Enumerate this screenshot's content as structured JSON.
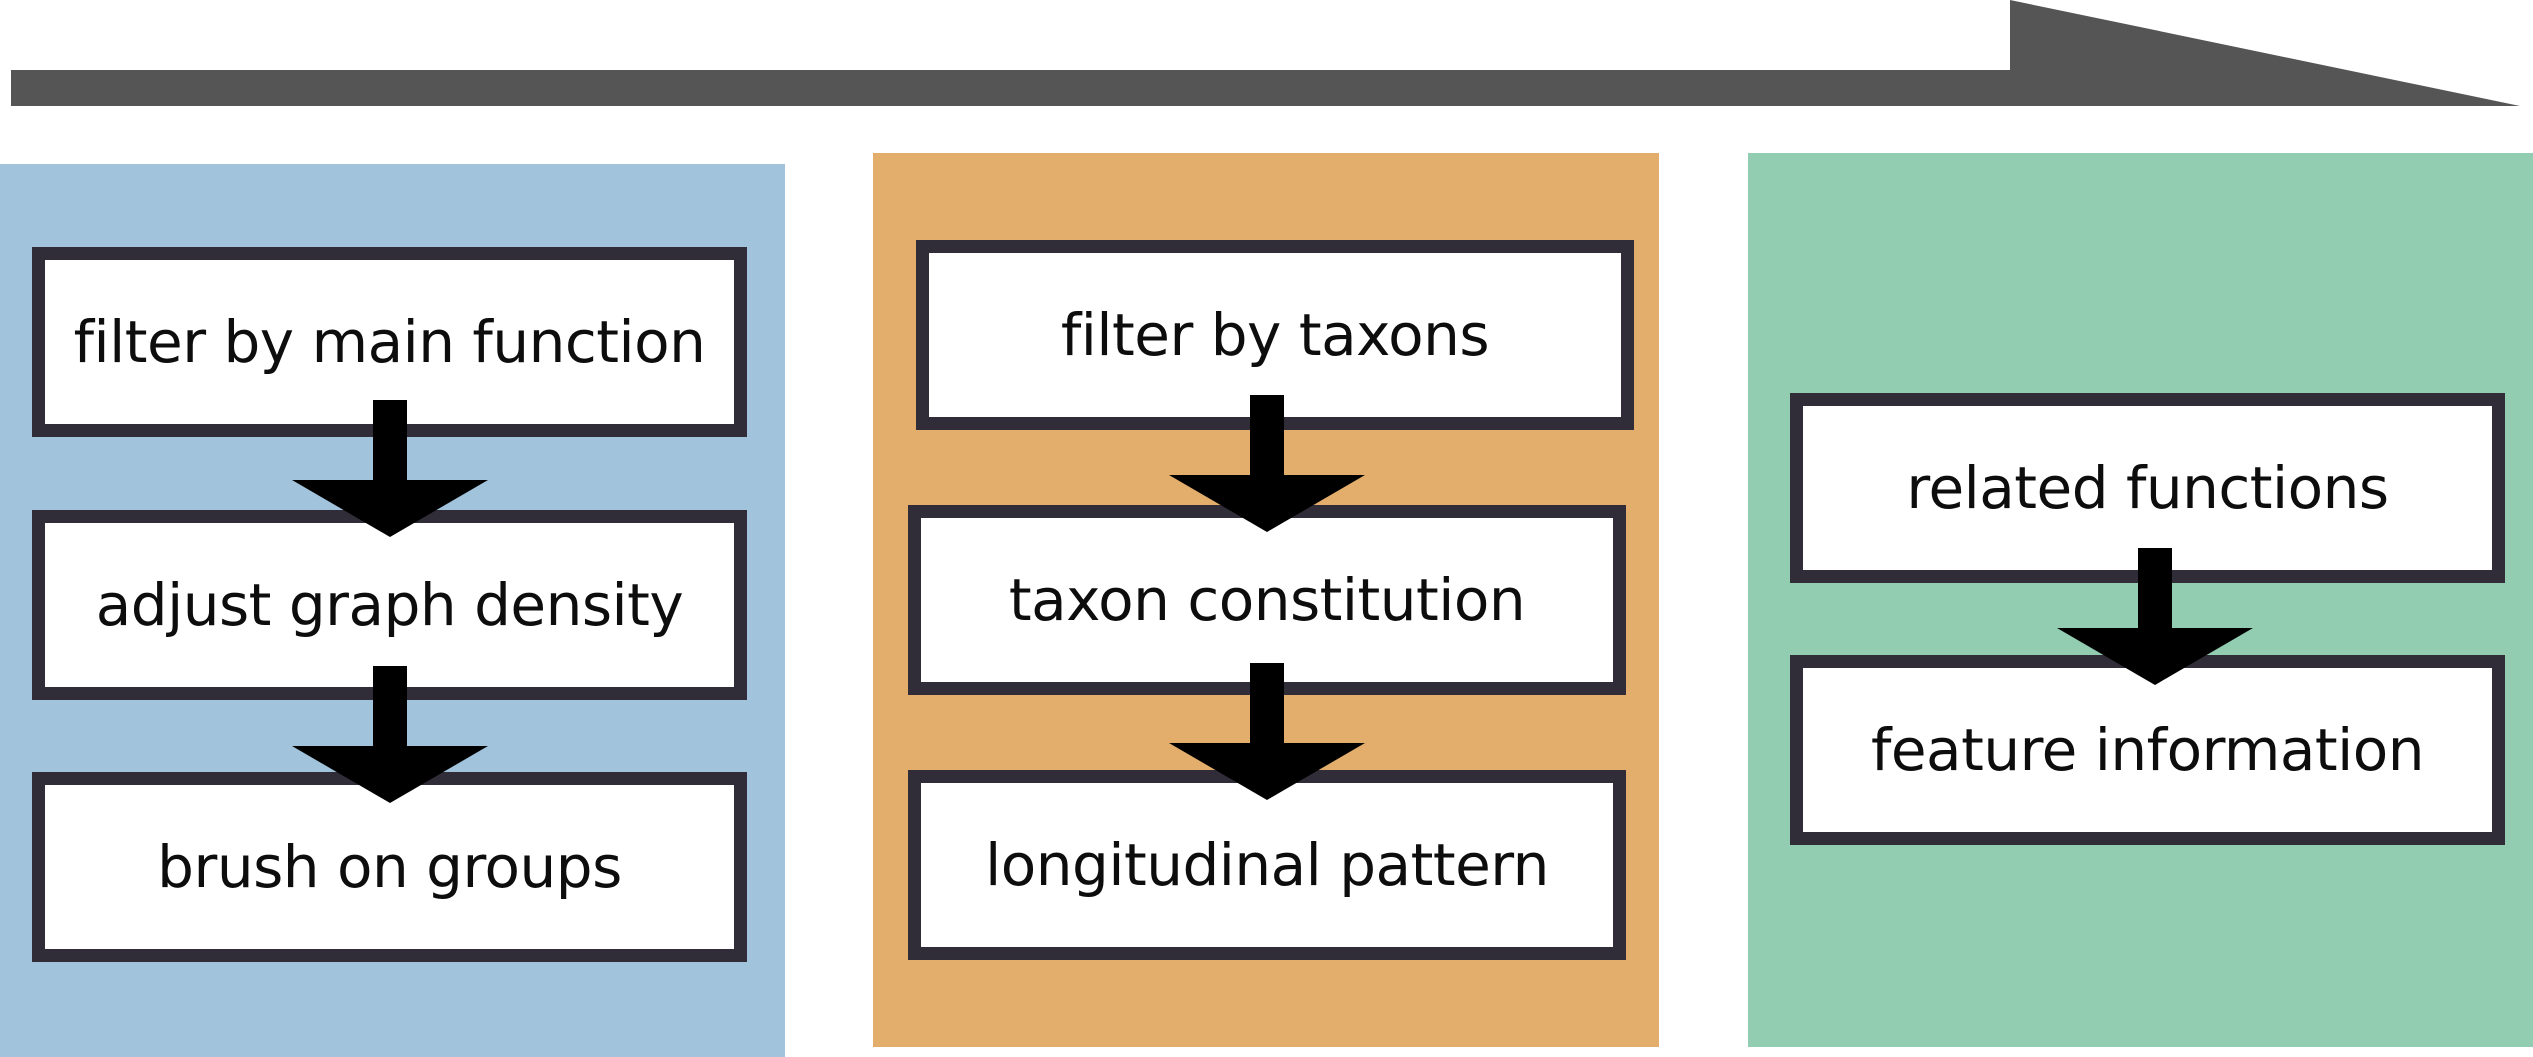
{
  "colors": {
    "timeline": "#555555",
    "panel_1": "#a2c3dc",
    "panel_2": "#e3ae6b",
    "panel_3": "#92cdb2",
    "box_border": "#302c38",
    "box_fill": "#ffffff",
    "arrow": "#000000",
    "text": "#0d0d0d"
  },
  "panels": [
    {
      "steps": [
        "filter by main function",
        "adjust graph density",
        "brush on groups"
      ]
    },
    {
      "steps": [
        "filter by taxons",
        "taxon constitution",
        "longitudinal pattern"
      ]
    },
    {
      "steps": [
        "related functions",
        "feature information"
      ]
    }
  ]
}
